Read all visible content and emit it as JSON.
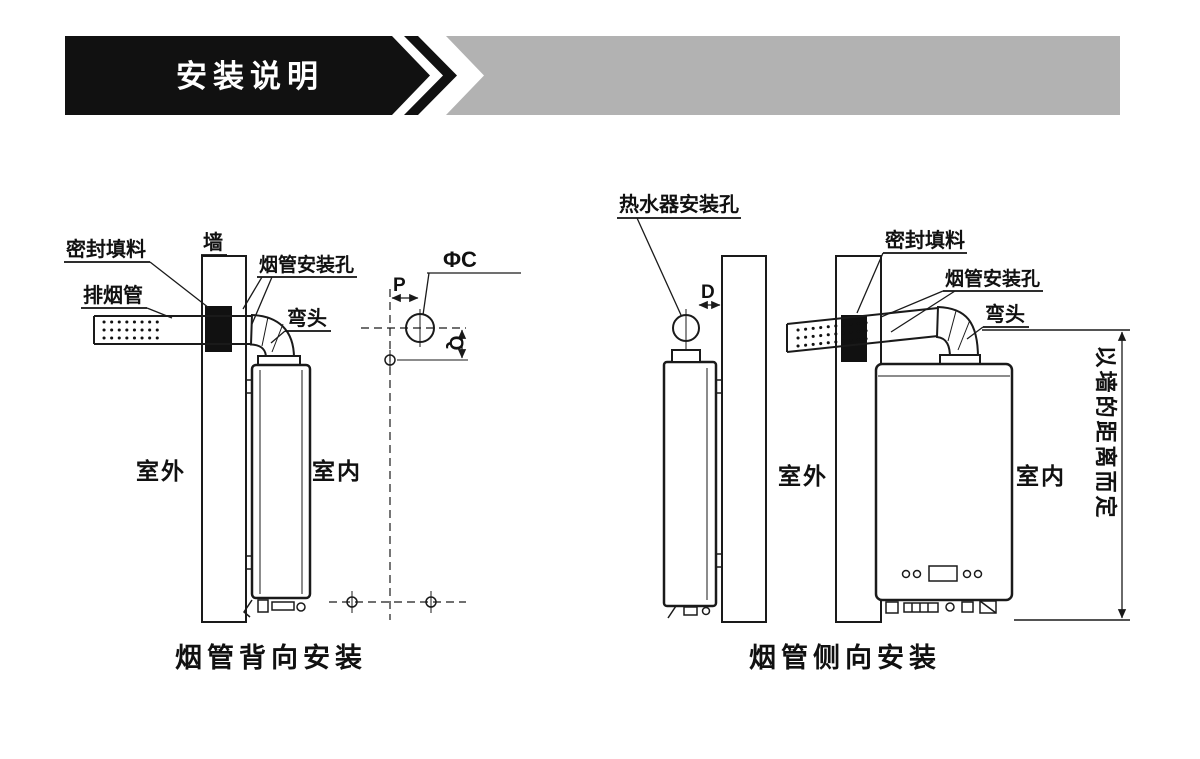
{
  "header": {
    "title": "安装说明"
  },
  "left": {
    "caption": "烟管背向安装",
    "labels": {
      "seal": "密封填料",
      "wall": "墙",
      "exhaust_pipe": "排烟管",
      "flue_hole": "烟管安装孔",
      "elbow": "弯头",
      "outdoor": "室外",
      "indoor": "室内"
    },
    "dims": {
      "c": "ΦC",
      "p": "P",
      "q": "Q"
    }
  },
  "right": {
    "caption": "烟管侧向安装",
    "labels": {
      "heater_hole": "热水器安装孔",
      "seal": "密封填料",
      "flue_hole": "烟管安装孔",
      "elbow": "弯头",
      "outdoor": "室外",
      "indoor": "室内",
      "wall_distance": "以墙的距离而定"
    },
    "dims": {
      "d": "D"
    }
  },
  "colors": {
    "banner_black": "#111111",
    "banner_gray": "#b2b2b2",
    "line": "#1a1a1a",
    "background": "#ffffff"
  }
}
